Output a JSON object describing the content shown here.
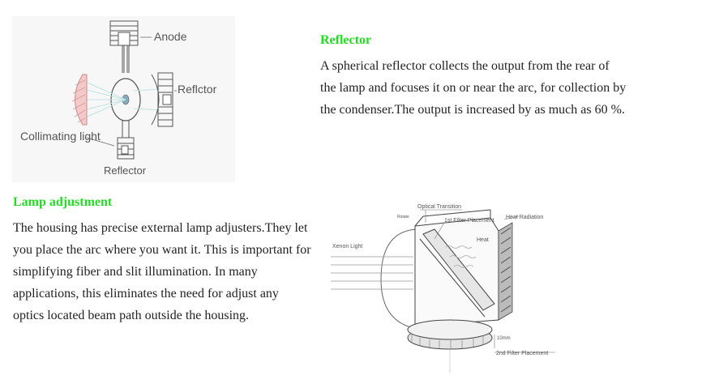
{
  "lamp_figure": {
    "labels": {
      "anode": "Anode",
      "reflector_right": "Reflctor",
      "collimating": "Collimating light",
      "reflector_bottom": "Reflector"
    }
  },
  "reflector_section": {
    "title": "Reflector",
    "body": "A spherical reflector collects the output from the rear of the lamp and focuses it on or near the arc, for collection by the condenser.The output is increased by as much as 60 %."
  },
  "lamp_adjustment_section": {
    "title": "Lamp adjustment",
    "body": "The housing has precise external lamp adjusters.They let you place the arc where you want it. This is important for simplifying fiber and slit illumination. In many applications, this eliminates the need for adjust any optics located beam path outside the housing."
  },
  "housing_figure": {
    "labels": {
      "optical_transition": "Optical Transition",
      "rotate": "Rotate",
      "first_filter": "1st Filter Placement",
      "heat_radiation": "Heat Radiation",
      "heat": "Heat",
      "xenon_light": "Xenon Light",
      "distance": "10mm",
      "second_filter": "2nd Filter Placement"
    }
  }
}
